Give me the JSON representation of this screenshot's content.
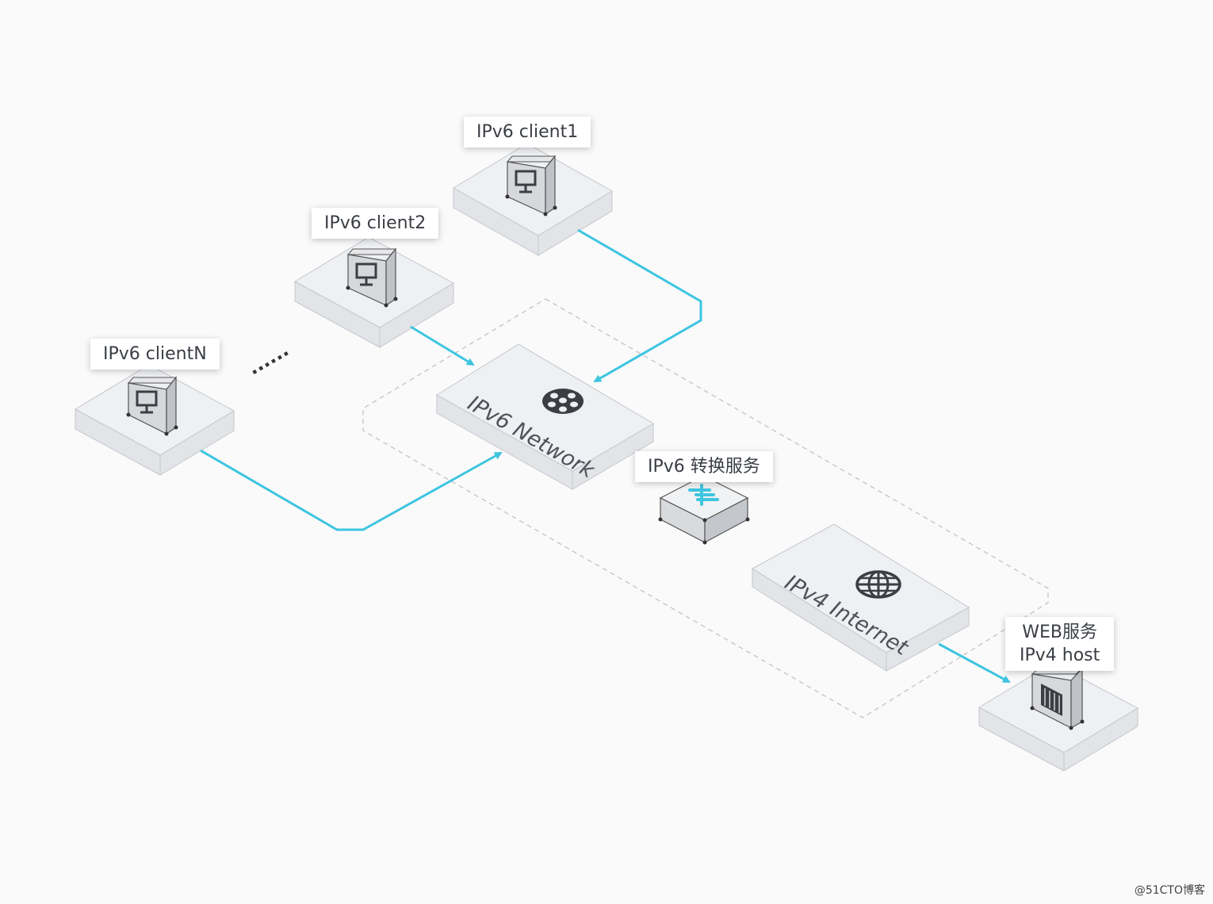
{
  "nodes": {
    "client1": {
      "label": "IPv6 client1"
    },
    "client2": {
      "label": "IPv6 client2"
    },
    "clientN": {
      "label": "IPv6 clientN"
    },
    "ipv6_network": {
      "label": "IPv6 Network"
    },
    "translation_service": {
      "label": "IPv6 转换服务"
    },
    "ipv4_internet": {
      "label": "IPv4 Internet"
    },
    "web_host": {
      "label_line1": "WEB服务",
      "label_line2": "IPv4 host"
    }
  },
  "ellipsis": "......",
  "watermark": "@51CTO博客",
  "colors": {
    "link": "#3ec5e0",
    "tile": "#eef0f3",
    "zone_border": "#c3c3c3",
    "device": "#d6d8db"
  },
  "icons": {
    "client": "monitor-icon",
    "ipv6_network": "network-icon",
    "ipv4_internet": "globe-icon",
    "translation_service": "translate-icon",
    "web_host": "server-icon"
  }
}
